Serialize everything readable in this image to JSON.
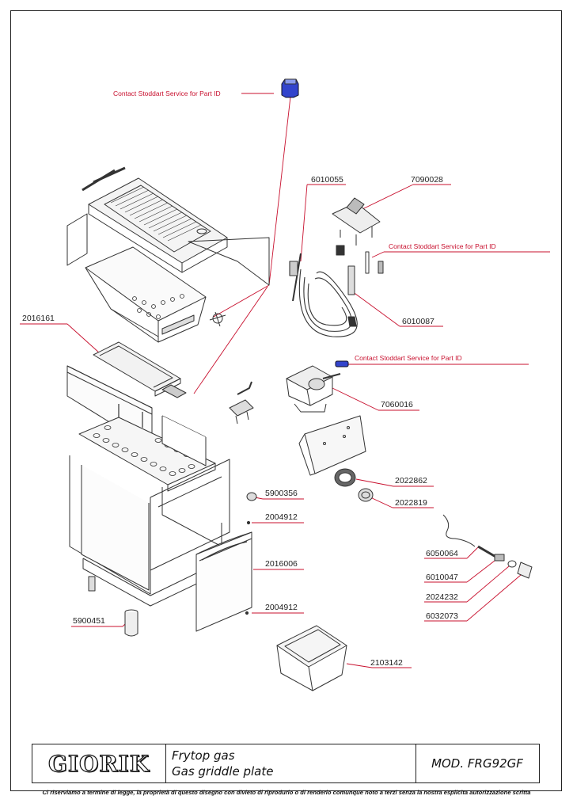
{
  "labels": {
    "contact1": "Contact Stoddart Service for Part ID",
    "contact2": "Contact Stoddart Service for Part ID",
    "contact3": "Contact Stoddart Service for Part ID",
    "p6010055": "6010055",
    "p7090028": "7090028",
    "p2016161": "2016161",
    "p6010087": "6010087",
    "p7060016": "7060016",
    "p2022862": "2022862",
    "p5900356": "5900356",
    "p2022819": "2022819",
    "p2004912a": "2004912",
    "p6050064": "6050064",
    "p2016006": "2016006",
    "p6010047": "6010047",
    "p2024232": "2024232",
    "p2004912b": "2004912",
    "p6032073": "6032073",
    "p5900451": "5900451",
    "p2103142": "2103142"
  },
  "title_block": {
    "logo": "GIORIK",
    "desc_it": "Frytop gas",
    "desc_en": "Gas griddle plate",
    "model": "MOD. FRG92GF"
  },
  "disclaimer": "Ci riserviamo a termine di legge, la proprietà di questo disegno con divieto di riprodurlo o di renderlo comunque noto a terzi senza la nostra esplicita autorizzazione scritta",
  "colors": {
    "callout_red": "#c8102e",
    "part_blue": "#2233cc",
    "ink": "#222222"
  }
}
